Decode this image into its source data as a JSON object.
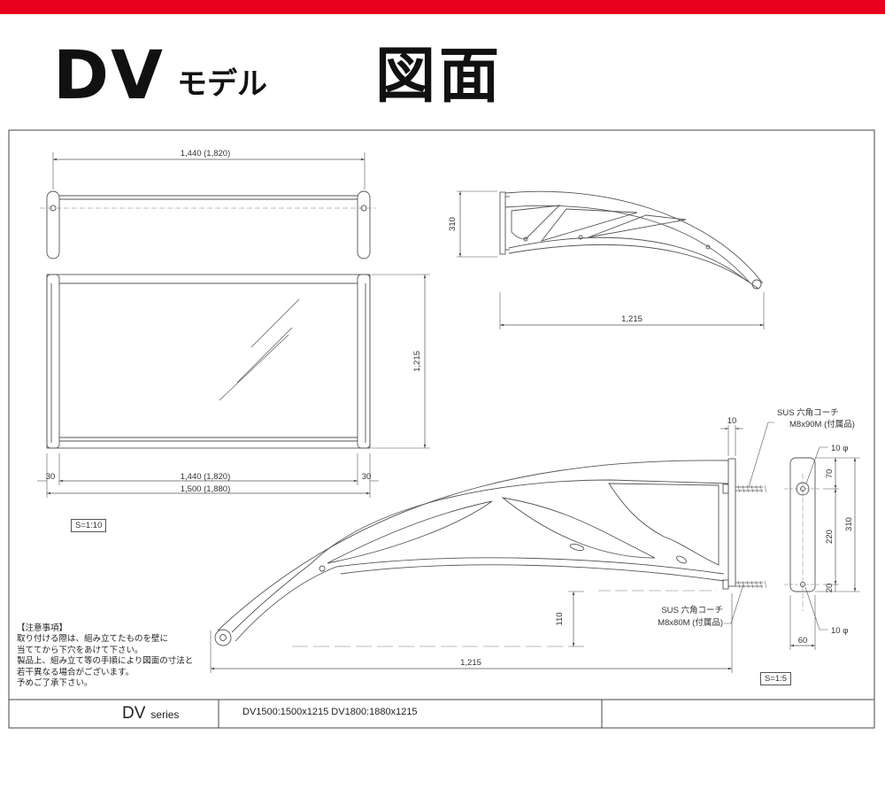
{
  "header": {
    "title_main": "DV",
    "title_model": "モデル",
    "title_drawing": "図面",
    "accent_color": "#e8001c"
  },
  "top_view": {
    "width_dim": "1,440 (1,820)"
  },
  "front_view": {
    "depth_dim": "1,215",
    "edge_left": "30",
    "edge_right": "30",
    "inner_width": "1,440 (1,820)",
    "outer_width": "1,500 (1,880)"
  },
  "side_view_small": {
    "height_dim": "310",
    "depth_dim": "1,215"
  },
  "side_view_large": {
    "plate_thickness": "10",
    "height_dim": "110",
    "depth_dim": "1,215",
    "screw_top_line1": "SUS 六角コーチ",
    "screw_top_line2": "M8x90M (付属品)",
    "screw_bottom_line1": "SUS 六角コーチ",
    "screw_bottom_line2": "M8x80M (付属品)"
  },
  "bracket_detail": {
    "hole_top": "10 φ",
    "hole_bottom": "10 φ",
    "dim_70": "70",
    "dim_220": "220",
    "dim_20": "20",
    "dim_310": "310",
    "width": "60"
  },
  "scales": {
    "left": "S=1:10",
    "right": "S=1:5"
  },
  "notes": {
    "heading": "【注意事項】",
    "lines": [
      "取り付ける際は、組み立てたものを壁に",
      "当ててから下穴をあけて下さい。",
      "製品上、組み立て等の手順により図面の寸法と",
      "若干異なる場合がございます。",
      "予めご了承下さい。"
    ]
  },
  "title_block": {
    "series_name": "DV",
    "series_label": "series",
    "models": "DV1500:1500x1215  DV1800:1880x1215"
  }
}
